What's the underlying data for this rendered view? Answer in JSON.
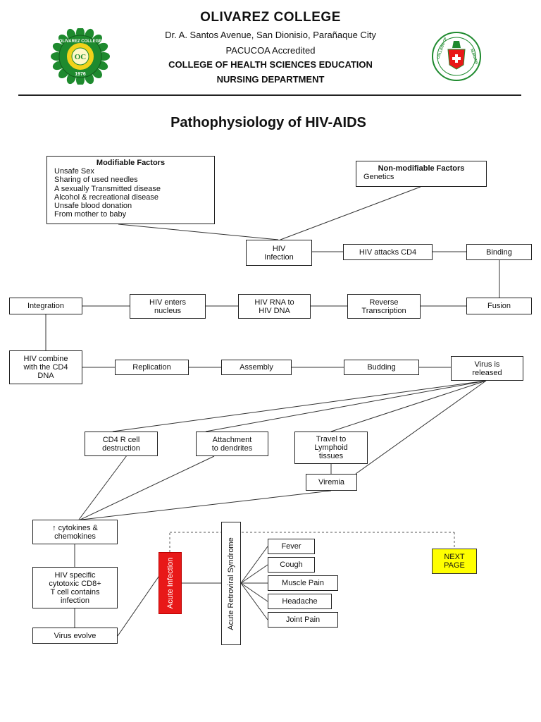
{
  "header": {
    "college": "OLIVAREZ COLLEGE",
    "address": "Dr. A. Santos Avenue, San Dionisio, Parañaque City",
    "accreditation": "PACUCOA Accredited",
    "department_line1": "COLLEGE OF HEALTH SCIENCES EDUCATION",
    "department_line2": "NURSING DEPARTMENT",
    "logo_left": {
      "ring_text": "OLIVAREZ COLLEGE",
      "monogram": "OC",
      "year": "1976"
    },
    "logo_right": {
      "left_text": "COLLEGE OF",
      "right_text": "NURSING"
    }
  },
  "title": "Pathophysiology of HIV-AIDS",
  "modifiable": {
    "title": "Modifiable Factors",
    "items": [
      "Unsafe Sex",
      "Sharing of used needles",
      "A sexually Transmitted disease",
      "Alcohol & recreational disease",
      "Unsafe blood donation",
      "From mother to baby"
    ]
  },
  "nonmodifiable": {
    "title": "Non-modifiable Factors",
    "items": [
      "Genetics"
    ]
  },
  "nodes": {
    "hiv_infection": "HIV\nInfection",
    "hiv_attacks_cd4": "HIV attacks CD4",
    "binding": "Binding",
    "fusion": "Fusion",
    "reverse_transcription": "Reverse\nTranscription",
    "rna_to_dna": "HIV RNA to\nHIV DNA",
    "enters_nucleus": "HIV enters\nnucleus",
    "integration": "Integration",
    "combine": "HIV combine\nwith the CD4\nDNA",
    "replication": "Replication",
    "assembly": "Assembly",
    "budding": "Budding",
    "released": "Virus is\nreleased",
    "cd4_destruction": "CD4 R cell\ndestruction",
    "attachment": "Attachment\nto dendrites",
    "travel": "Travel to\nLymphoid\ntissues",
    "viremia": "Viremia",
    "cytokines": "↑ cytokines &\nchemokines",
    "cd8": "HIV specific\ncytotoxic CD8+\nT cell contains\ninfection",
    "virus_evolve": "Virus evolve",
    "acute_infection": "Acute Infection",
    "ars": "Acute Retroviral Syndrome",
    "fever": "Fever",
    "cough": "Cough",
    "muscle_pain": "Muscle Pain",
    "headache": "Headache",
    "joint_pain": "Joint Pain",
    "next_page": "NEXT\nPAGE"
  },
  "colors": {
    "acute_infection": "#e81818",
    "next_page": "#ffff00",
    "logo_green": "#1e8a2e",
    "logo_yellow": "#f2d21a"
  }
}
